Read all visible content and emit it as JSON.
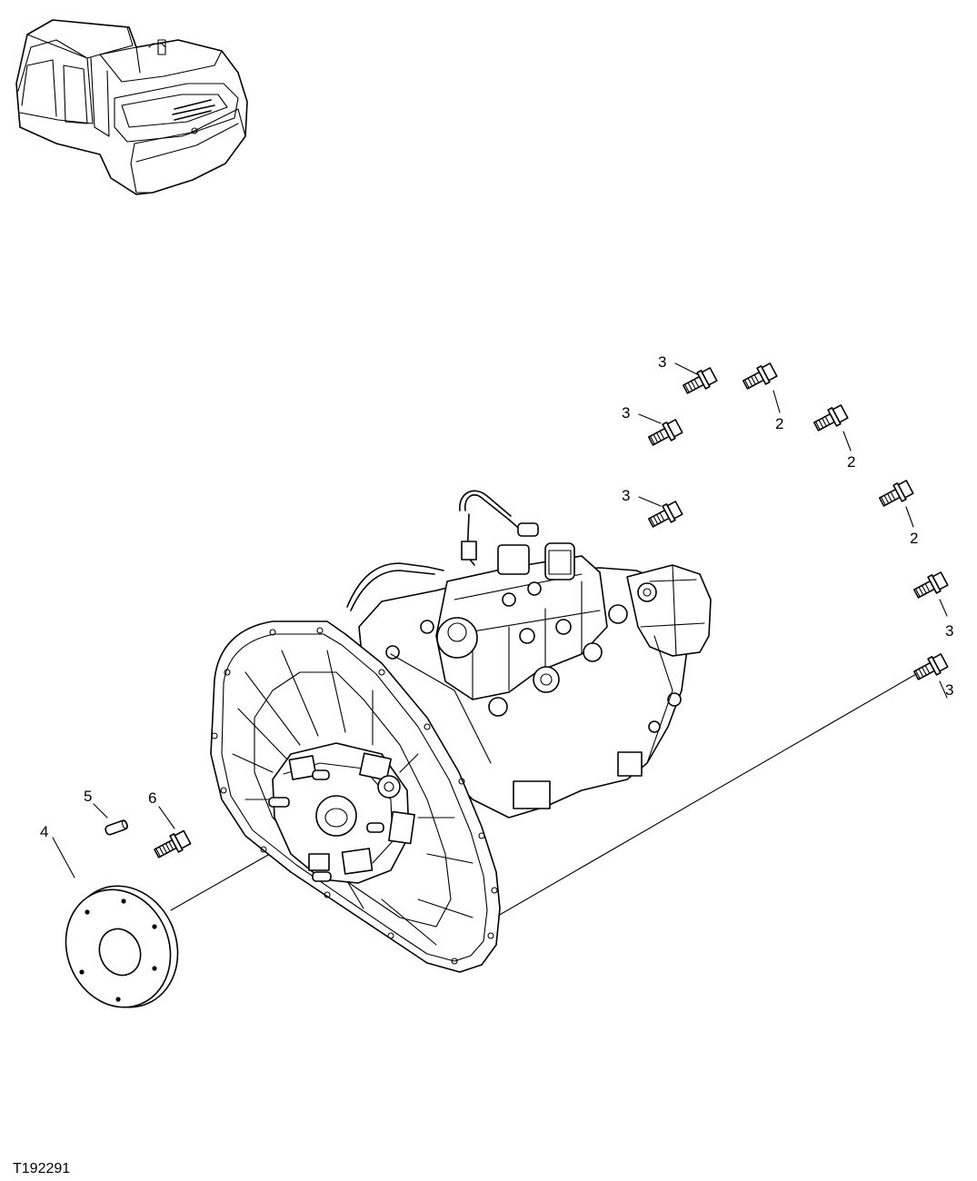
{
  "figure_id": "T192291",
  "callouts": [
    {
      "label": "3"
    },
    {
      "label": "2"
    },
    {
      "label": "3"
    },
    {
      "label": "2"
    },
    {
      "label": "3"
    },
    {
      "label": "2"
    },
    {
      "label": "3"
    },
    {
      "label": "3"
    },
    {
      "label": "4"
    },
    {
      "label": "5"
    },
    {
      "label": "6"
    }
  ],
  "icons": [
    "excavator-locator-icon",
    "hydraulic-pump-assembly",
    "coupling-disc-icon",
    "pin-icon",
    "bolt-icon"
  ]
}
